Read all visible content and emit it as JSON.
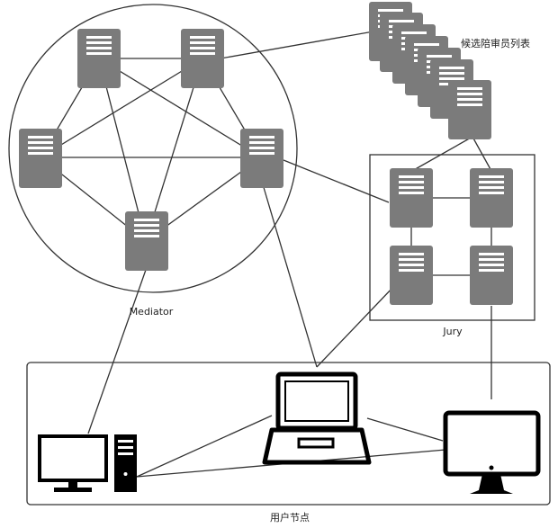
{
  "labels": {
    "mediator": "Mediator",
    "jury": "Jury",
    "candidate_list": "候选陪审员列表",
    "user_nodes": "用户节点"
  },
  "icons": {
    "server": "server-icon",
    "desktop": "desktop-computer-icon",
    "tower": "pc-tower-icon",
    "laptop": "laptop-icon",
    "monitor": "monitor-icon"
  },
  "colors": {
    "server_fill": "#7b7b7b",
    "server_slot": "#ffffff",
    "line": "#333333",
    "device": "#000000"
  }
}
